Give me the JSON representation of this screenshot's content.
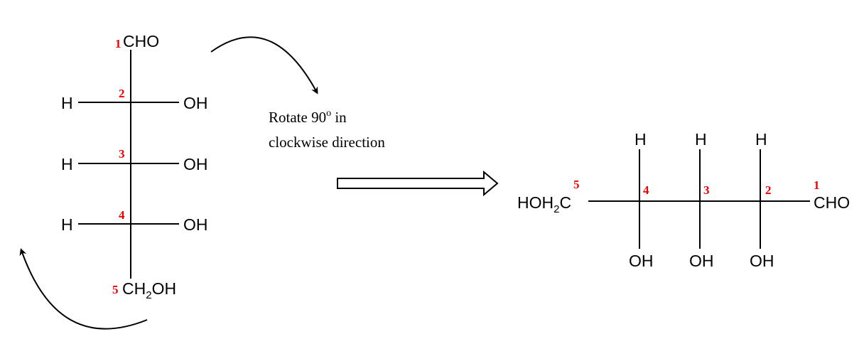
{
  "colors": {
    "ink": "#000000",
    "number": "#ee0000"
  },
  "caption": {
    "line1_text": "Rotate 90",
    "line1_sup": "o",
    "line1_tail": " in",
    "line2": "clockwise direction"
  },
  "fischer": {
    "top_number": "1",
    "top_group": "CHO",
    "rows": [
      {
        "number": "2",
        "left": "H",
        "right": "OH"
      },
      {
        "number": "3",
        "left": "H",
        "right": "OH"
      },
      {
        "number": "4",
        "left": "H",
        "right": "OH"
      }
    ],
    "bottom_number": "5",
    "bottom_group": {
      "main": "CH",
      "sub": "2",
      "tail": "OH"
    }
  },
  "rotated": {
    "left_number": "5",
    "left_group": {
      "main": "HOH",
      "sub": "2",
      "tail": "C"
    },
    "right_number": "1",
    "right_group": "CHO",
    "columns": [
      {
        "number": "4",
        "top": "H",
        "bottom": "OH"
      },
      {
        "number": "3",
        "top": "H",
        "bottom": "OH"
      },
      {
        "number": "2",
        "top": "H",
        "bottom": "OH"
      }
    ]
  },
  "icons": [
    "curved-arrow-clockwise-icon",
    "curved-arrow-counterclockwise-icon",
    "hollow-right-arrow-icon"
  ]
}
